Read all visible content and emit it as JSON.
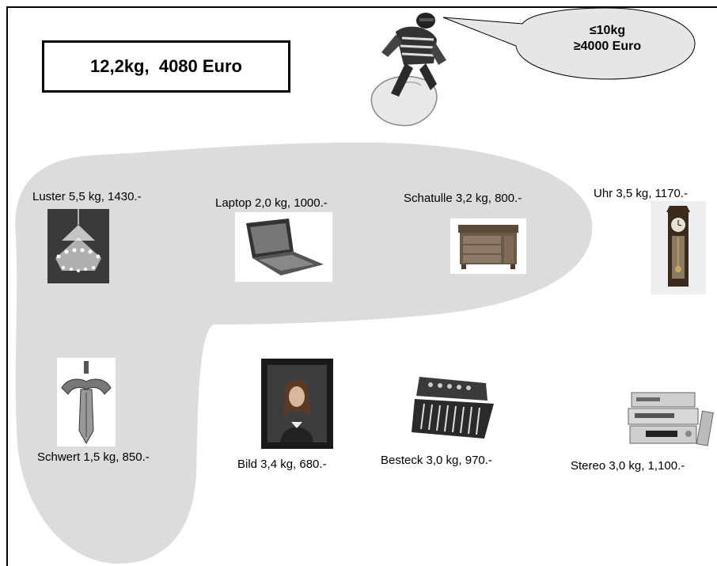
{
  "result": {
    "text": "12,2kg,  4080 Euro"
  },
  "constraint": {
    "weight": "≤10kg",
    "value": "≥4000 Euro"
  },
  "thief": {
    "icon": "burglar-with-sack-icon"
  },
  "items": [
    {
      "id": "luster",
      "label": "Luster 5,5 kg, 1430.-",
      "icon": "chandelier-icon",
      "selected": true
    },
    {
      "id": "laptop",
      "label": "Laptop 2,0 kg, 1000.-",
      "icon": "laptop-icon",
      "selected": true
    },
    {
      "id": "schatulle",
      "label": "Schatulle 3,2 kg, 800.-",
      "icon": "jewelry-box-icon",
      "selected": true
    },
    {
      "id": "uhr",
      "label": "Uhr 3,5 kg, 1170.-",
      "icon": "pendulum-clock-icon",
      "selected": false
    },
    {
      "id": "schwert",
      "label": "Schwert 1,5 kg, 850.-",
      "icon": "sword-icon",
      "selected": true
    },
    {
      "id": "bild",
      "label": "Bild 3,4 kg, 680.-",
      "icon": "portrait-painting-icon",
      "selected": false
    },
    {
      "id": "besteck",
      "label": "Besteck 3,0 kg, 970.-",
      "icon": "cutlery-case-icon",
      "selected": false
    },
    {
      "id": "stereo",
      "label": "Stereo 3,0 kg, 1,100.-",
      "icon": "stereo-system-icon",
      "selected": false
    }
  ],
  "colors": {
    "selection": "#dcdcdc",
    "frame": "#000000"
  }
}
